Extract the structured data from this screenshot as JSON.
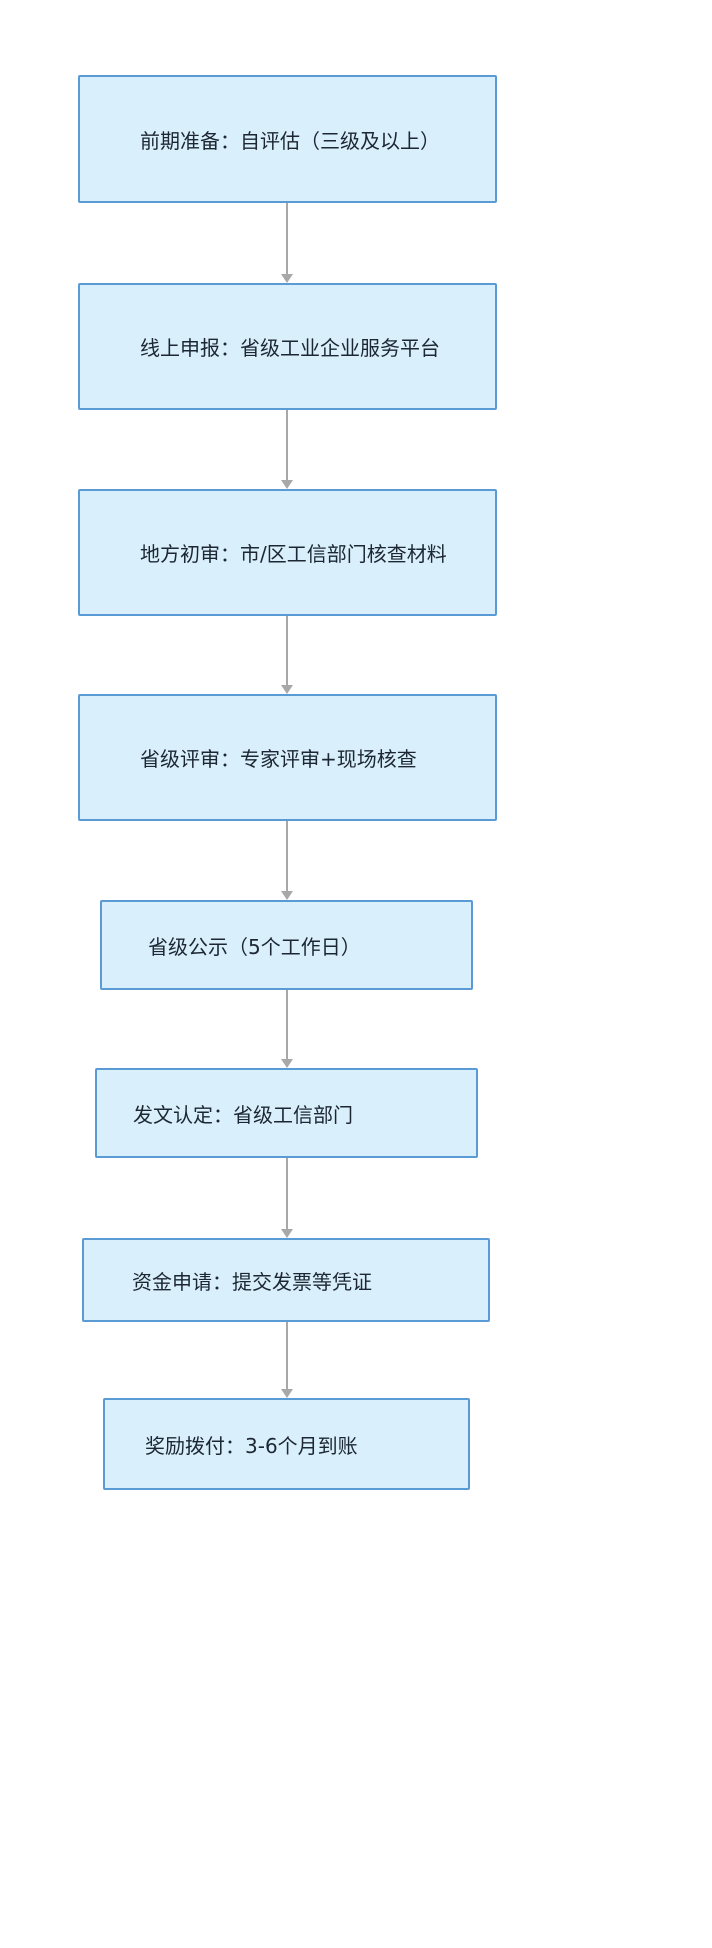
{
  "flow": {
    "steps": [
      {
        "label": "前期准备：自评估（三级及以上）"
      },
      {
        "label": "线上申报：省级工业企业服务平台"
      },
      {
        "label": "地方初审：市/区工信部门核查材料"
      },
      {
        "label": "省级评审：专家评审+现场核查"
      },
      {
        "label": "省级公示（5个工作日）"
      },
      {
        "label": "发文认定：省级工信部门"
      },
      {
        "label": "资金申请：提交发票等凭证"
      },
      {
        "label": "奖励拨付：3-6个月到账"
      }
    ],
    "colors": {
      "box_fill": "#D9EFFB",
      "box_border": "#5B9BD5",
      "arrow": "#A8A8A8",
      "text": "#1C2733"
    }
  }
}
